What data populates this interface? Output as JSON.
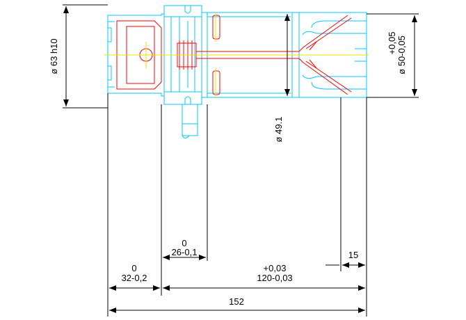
{
  "colors": {
    "background": "#ffffff",
    "outline": "#00c8ff",
    "hidden": "#ff0000",
    "centerline": "#e6e600",
    "dimension": "#000000"
  },
  "dimensions": {
    "d63": "ø 63 h10",
    "d49": "ø 49.1",
    "d50_tol": "+0,05",
    "d50": "ø 50-0,05",
    "l26_upper": "0",
    "l26": "26-0,1",
    "l32_upper": "0",
    "l32": "32-0,2",
    "l120_upper": "+0,03",
    "l120": "120-0,03",
    "l15": "15",
    "l152": "152"
  }
}
